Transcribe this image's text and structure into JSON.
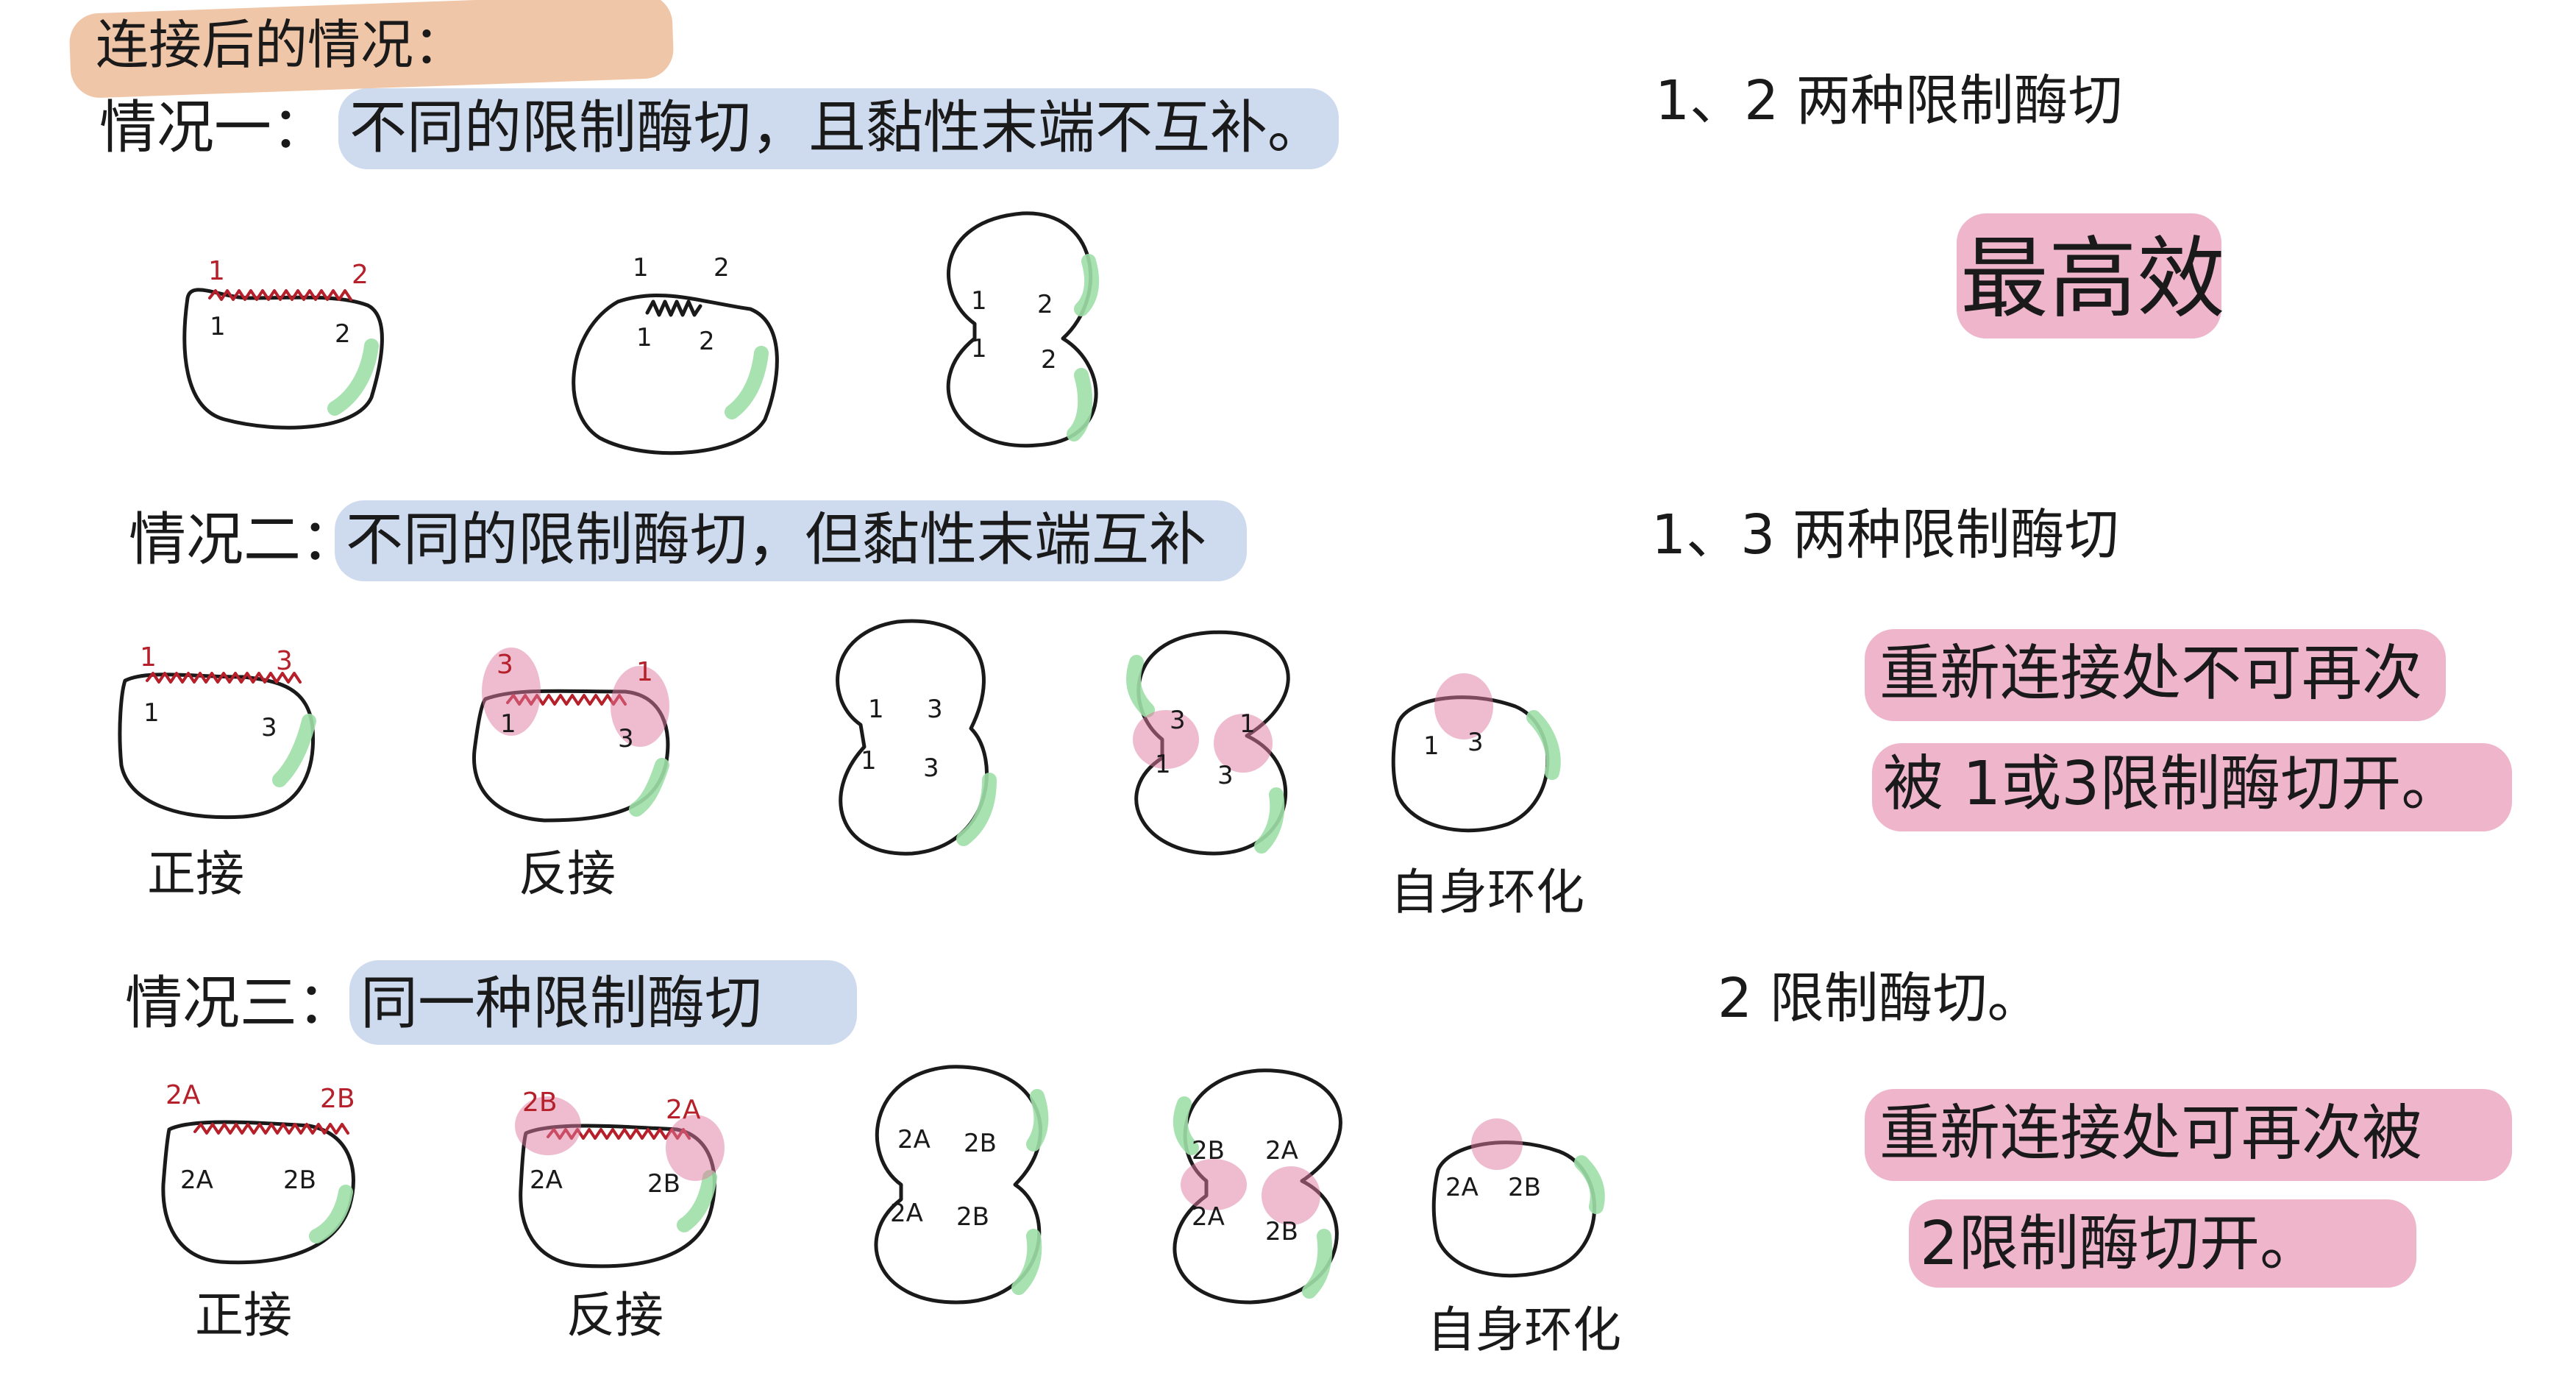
{
  "title": "连接后的情况：",
  "cases": [
    {
      "label": "情况一：",
      "desc": "不同的限制酶切，且黏性末端不互补。",
      "diagrams": [
        {
          "top": [
            "1",
            "2"
          ],
          "inner": [
            "1",
            "2"
          ]
        },
        {
          "top": [
            "1",
            "2"
          ],
          "inner": [
            "1",
            "2"
          ]
        },
        {
          "upper": [
            "1",
            "2"
          ],
          "lower": [
            "1",
            "2"
          ]
        }
      ]
    },
    {
      "label": "情况二：",
      "desc": "不同的限制酶切，但黏性末端互补",
      "diagrams": [
        {
          "top": [
            "1",
            "3"
          ],
          "inner": [
            "1",
            "3"
          ],
          "caption": "正接"
        },
        {
          "top": [
            "3",
            "1"
          ],
          "inner": [
            "1",
            "3"
          ],
          "caption": "反接"
        },
        {
          "upper": [
            "1",
            "3"
          ],
          "lower": [
            "1",
            "3"
          ]
        },
        {
          "upper": [
            "3",
            "1"
          ],
          "lower": [
            "1",
            "3"
          ]
        },
        {
          "inner": [
            "1",
            "3"
          ],
          "caption": "自身环化"
        }
      ]
    },
    {
      "label": "情况三：",
      "desc": "同一种限制酶切",
      "diagrams": [
        {
          "top": [
            "2A",
            "2B"
          ],
          "inner": [
            "2A",
            "2B"
          ],
          "caption": "正接"
        },
        {
          "top": [
            "2B",
            "2A"
          ],
          "inner": [
            "2A",
            "2B"
          ],
          "caption": "反接"
        },
        {
          "upper": [
            "2A",
            "2B"
          ],
          "lower": [
            "2A",
            "2B"
          ]
        },
        {
          "upper": [
            "2B",
            "2A"
          ],
          "lower": [
            "2A",
            "2B"
          ]
        },
        {
          "inner": [
            "2A",
            "2B"
          ],
          "caption": "自身环化"
        }
      ]
    }
  ],
  "right": {
    "r1": {
      "heading": "1、2 两种限制酶切",
      "note": "最高效"
    },
    "r2": {
      "heading": "1、3 两种限制酶切",
      "note1": "重新连接处不可再次",
      "note2": "被 1或3限制酶切开。"
    },
    "r3": {
      "heading": "2 限制酶切。",
      "note1": "重新连接处可再次被",
      "note2": "2限制酶切开。"
    }
  },
  "colors": {
    "ink": "#1a1a1a",
    "red": "#b5202a",
    "pink": "#e07aa0",
    "green": "#9fdfa8",
    "blue": "#a5bee1",
    "orange": "#e6a06e"
  }
}
